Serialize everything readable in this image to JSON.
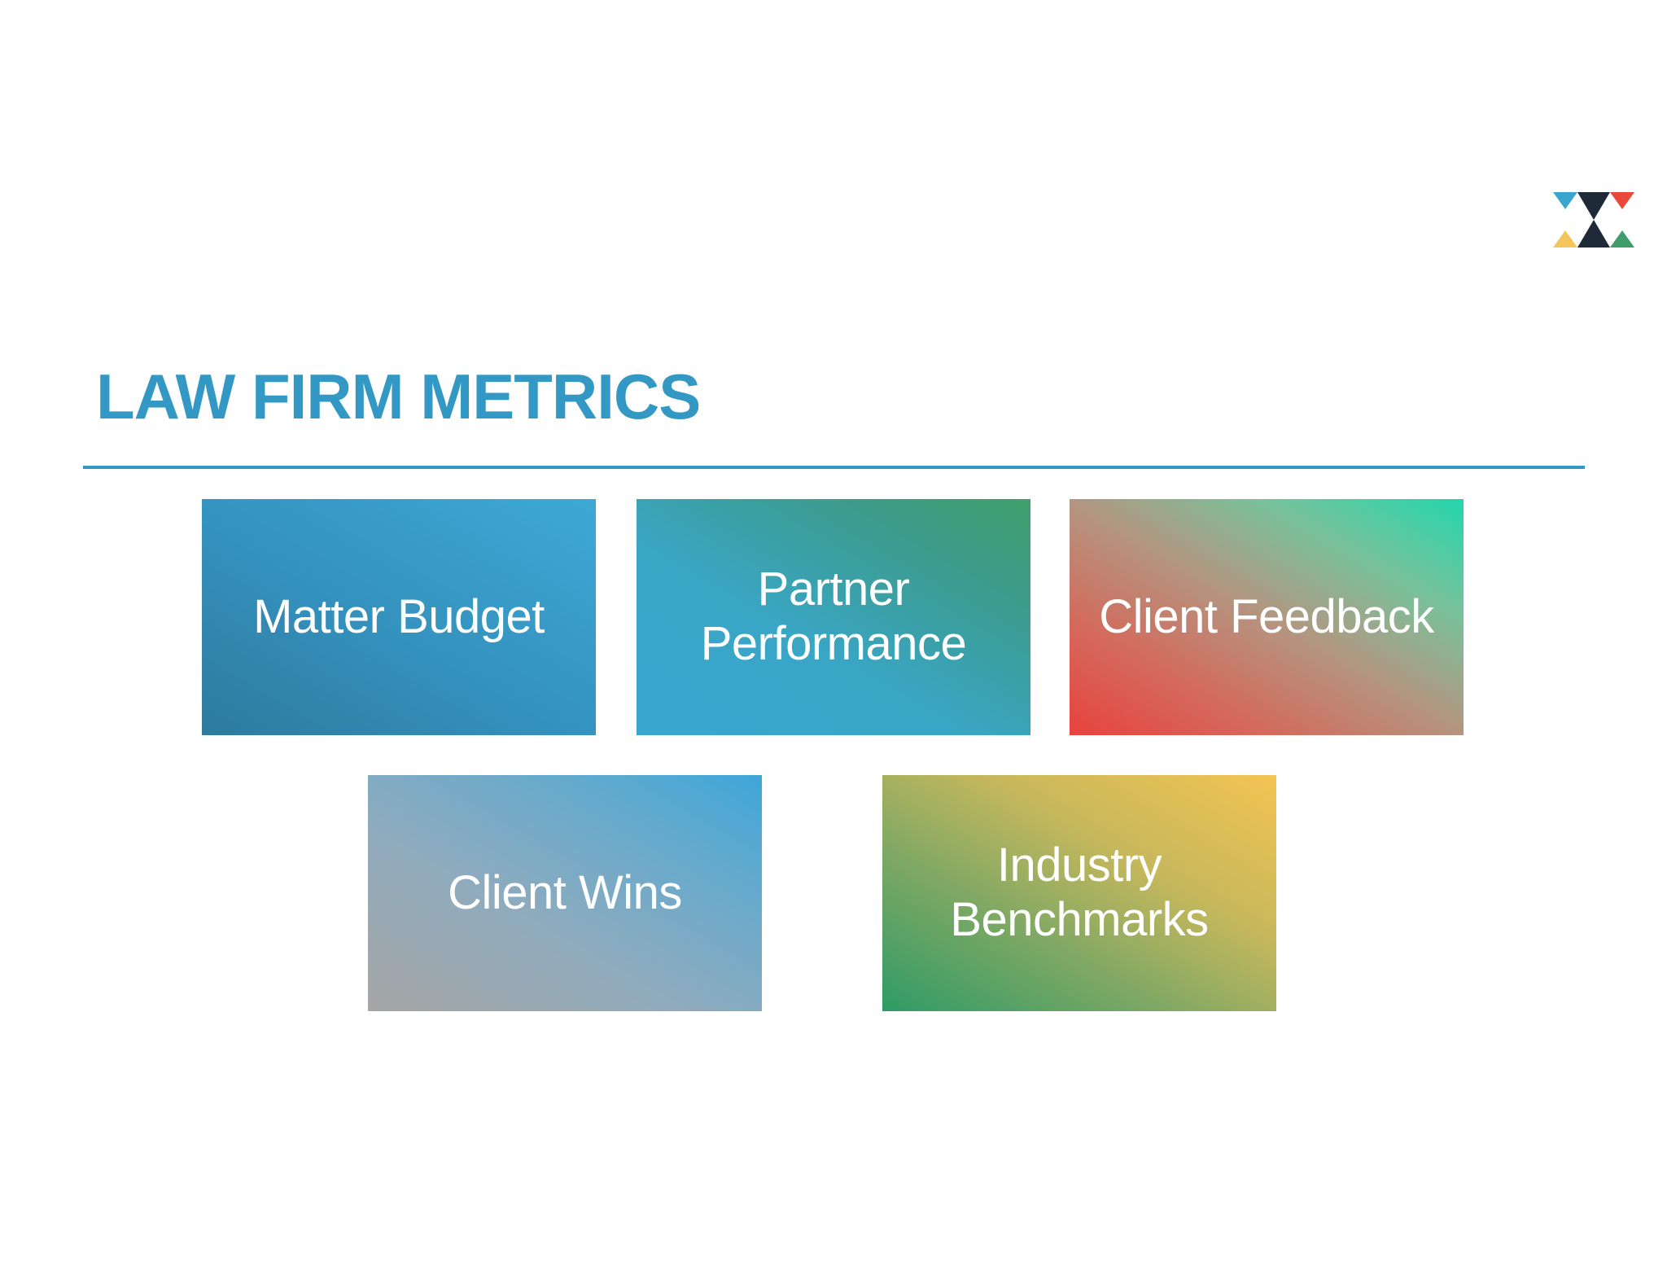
{
  "slide": {
    "title": "LAW FIRM METRICS"
  },
  "logo": {
    "colors": [
      "#3aa6cf",
      "#e8493b",
      "#f2c65a",
      "#3f9d6b",
      "#1f2a38"
    ]
  },
  "tiles": [
    {
      "label": "Matter Budget"
    },
    {
      "label": "Partner Performance"
    },
    {
      "label": "Client Feedback"
    },
    {
      "label": "Client Wins"
    },
    {
      "label": "Industry Benchmarks"
    }
  ]
}
